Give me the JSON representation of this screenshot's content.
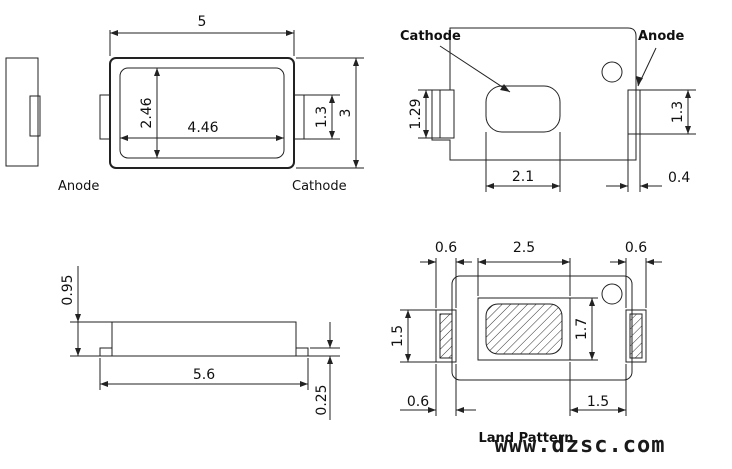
{
  "top_left_view": {
    "dim_width": "5",
    "dim_height": "3",
    "dim_inner_width": "4.46",
    "dim_inner_height": "2.46",
    "dim_lead_height": "1.3",
    "label_left": "Anode",
    "label_right": "Cathode"
  },
  "top_right_view": {
    "label_cathode": "Cathode",
    "label_anode": "Anode",
    "dim_pad_height_left": "1.29",
    "dim_lens_width": "2.1",
    "dim_lead_height_right": "1.3",
    "dim_lead_width": "0.4"
  },
  "bottom_left_view": {
    "dim_total_height": "0.95",
    "dim_length": "5.6",
    "dim_lead_thickness": "0.25"
  },
  "bottom_right_view": {
    "dim_pad_width_left": "0.6",
    "dim_center_width": "2.5",
    "dim_pad_width_right": "0.6",
    "dim_pad_height": "1.5",
    "dim_center_height": "1.7",
    "dim_bottom_left": "0.6",
    "dim_bottom_right": "1.5",
    "title": "Land Pattern"
  },
  "watermark": "www.dzsc.com"
}
